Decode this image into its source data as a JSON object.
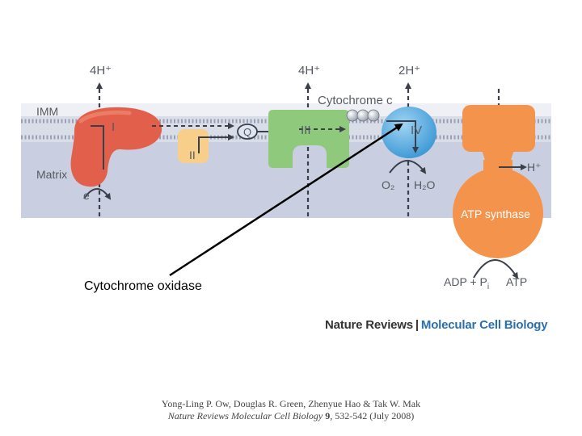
{
  "diagram": {
    "labels": {
      "proton_out_left": "4H⁺",
      "proton_out_mid": "4H⁺",
      "proton_out_right": "2H⁺",
      "cytochrome_c": "Cytochrome c",
      "imm": "IMM",
      "matrix": "Matrix",
      "electron": "e",
      "complex_i": "I",
      "complex_ii": "II",
      "complex_iii": "III",
      "complex_iv": "IV",
      "quinone": "Q",
      "oxygen": "O₂",
      "water": "H₂O",
      "proton_in": "H⁺",
      "atp_synthase": "ATP synthase",
      "adp_pi": "ADP + P",
      "pi_subscript": "i",
      "atp": "ATP"
    },
    "colors": {
      "complex_i": "#e2604b",
      "complex_ii": "#f7cf8a",
      "complex_iii": "#8fc97c",
      "complex_iv": "#4aa6df",
      "atp_synthase": "#f4934b",
      "membrane": "#d9dde8",
      "matrix": "#c9cfe0"
    }
  },
  "annotation": {
    "label": "Cytochrome oxidase"
  },
  "branding": {
    "journal_left": "Nature Reviews",
    "separator": "|",
    "journal_right": "Molecular Cell Biology"
  },
  "citation": {
    "authors": "Yong-Ling P. Ow, Douglas R. Green, Zhenyue Hao & Tak W. Mak",
    "journal": "Nature Reviews Molecular Cell Biology",
    "volume": "9",
    "pages": ", 532-542 (July 2008)"
  }
}
